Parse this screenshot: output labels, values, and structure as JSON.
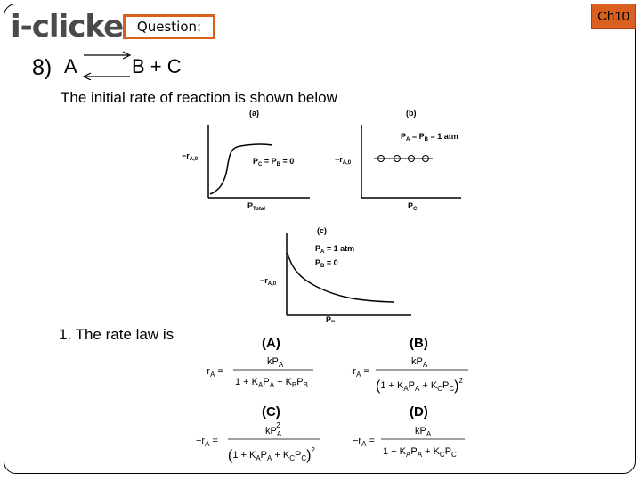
{
  "header": {
    "logo_text": "i-clicker",
    "question_label": "Question:",
    "chapter_badge": "Ch10"
  },
  "question": {
    "number": "8)",
    "reaction": {
      "reactant": "A",
      "products": "B + C"
    },
    "prompt": "The initial rate of reaction is shown below",
    "ratelaw_prompt": "1.  The rate law is"
  },
  "graphs": [
    {
      "panel": "(a)",
      "y_label": "−r",
      "y_sub": "A,0",
      "x_label": "P",
      "x_sub": "Total",
      "annotation": "P",
      "annotation_full": "PC = PB = 0",
      "ann_parts": [
        "P",
        "C",
        " = P",
        "B",
        " = 0"
      ]
    },
    {
      "panel": "(b)",
      "y_label": "−r",
      "y_sub": "A,0",
      "x_label": "P",
      "x_sub": "C",
      "ann_parts": [
        "P",
        "A",
        " = P",
        "B",
        " = 1 atm"
      ]
    },
    {
      "panel": "(c)",
      "y_label": "−r",
      "y_sub": "A,0",
      "x_label": "P",
      "x_sub": "B",
      "ann1_parts": [
        "P",
        "A",
        " = 1 atm"
      ],
      "ann2_parts": [
        "P",
        "B",
        " = 0"
      ]
    }
  ],
  "options": [
    {
      "letter": "(A)",
      "lhs": "−r",
      "lhs_sub": "A",
      "num": "kP",
      "num_sub": "A"
    },
    {
      "letter": "(B)",
      "lhs": "−r",
      "lhs_sub": "A",
      "num": "kP",
      "num_sub": "A"
    },
    {
      "letter": "(C)",
      "lhs": "−r",
      "lhs_sub": "A",
      "num": "kP",
      "num_sub": "A",
      "num_sup": "2"
    },
    {
      "letter": "(D)",
      "lhs": "−r",
      "lhs_sub": "A",
      "num": "kP",
      "num_sub": "A"
    }
  ],
  "denominators": {
    "A": "1 + KAPA + KBPB",
    "B": "(1 + KAPA + KCPC)2",
    "C": "(1 + KAPA + KCPC)2",
    "D": "1 + KAPA + KCPC"
  }
}
